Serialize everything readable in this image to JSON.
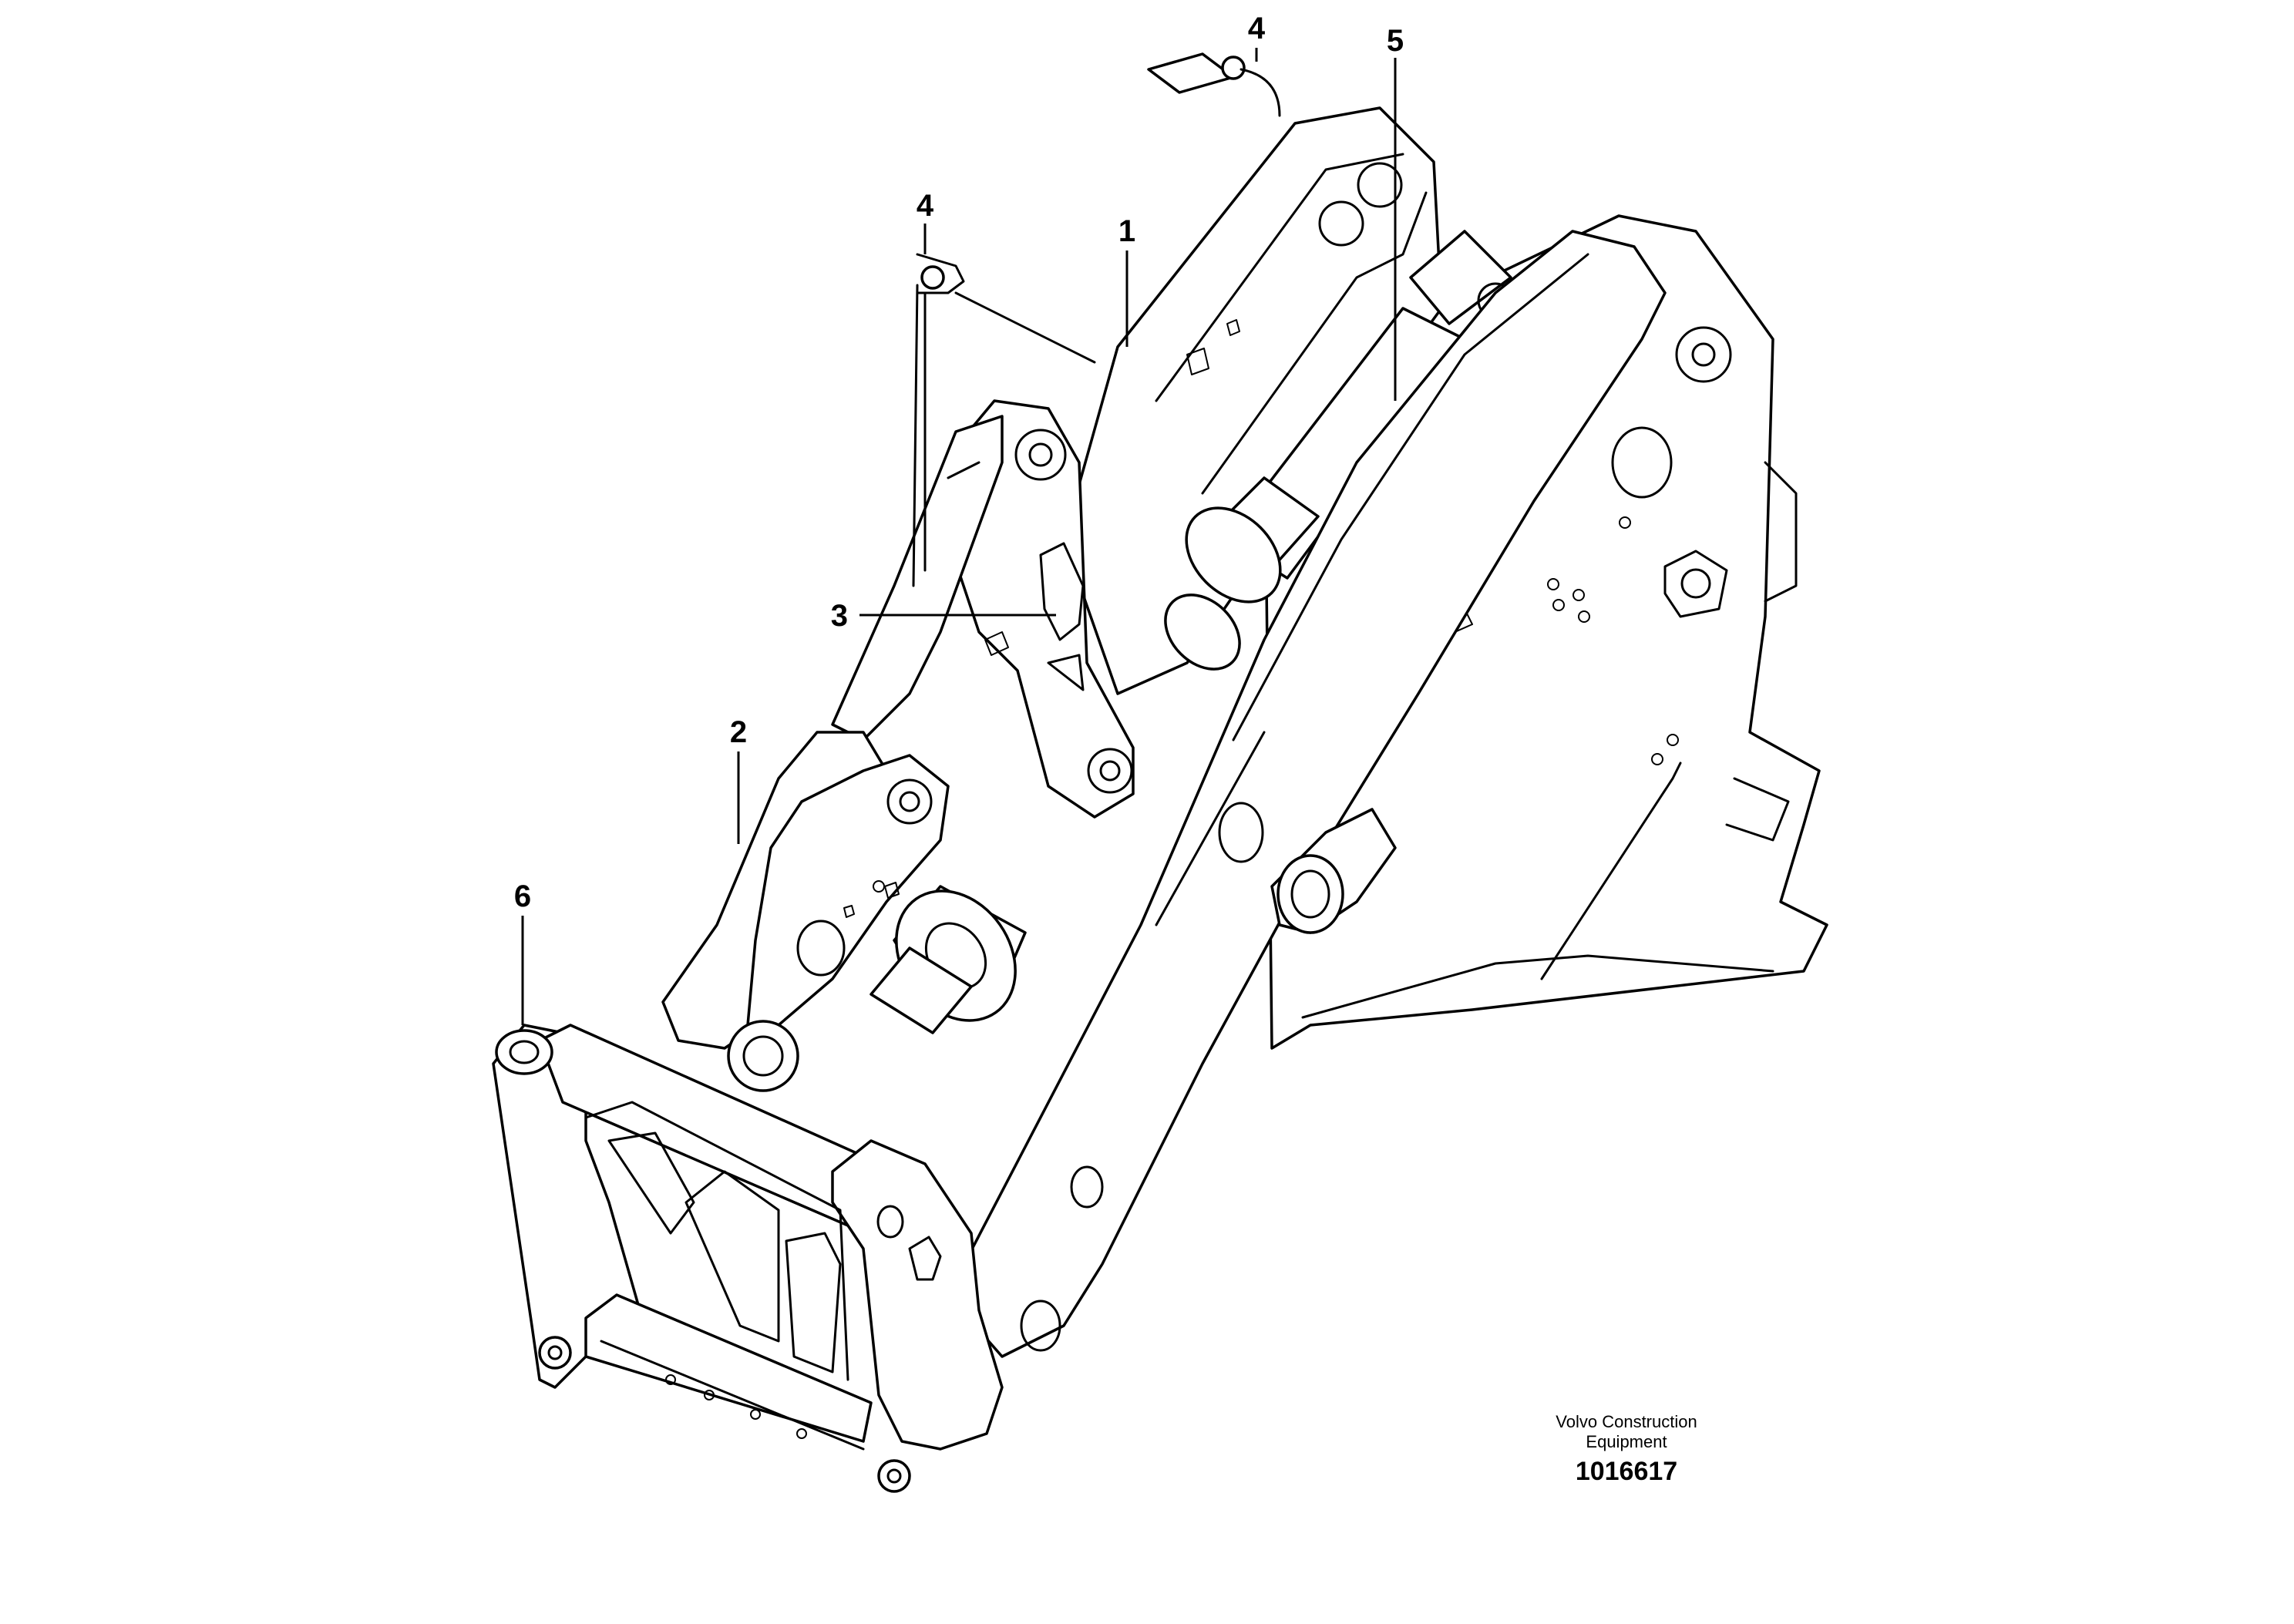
{
  "callouts": [
    {
      "id": "1",
      "label": "1"
    },
    {
      "id": "2",
      "label": "2"
    },
    {
      "id": "3",
      "label": "3"
    },
    {
      "id": "4a",
      "label": "4"
    },
    {
      "id": "4b",
      "label": "4"
    },
    {
      "id": "5",
      "label": "5"
    },
    {
      "id": "6",
      "label": "6"
    }
  ],
  "footer": {
    "credit_line1": "Volvo Construction",
    "credit_line2": "Equipment",
    "document_number": "1016617"
  }
}
